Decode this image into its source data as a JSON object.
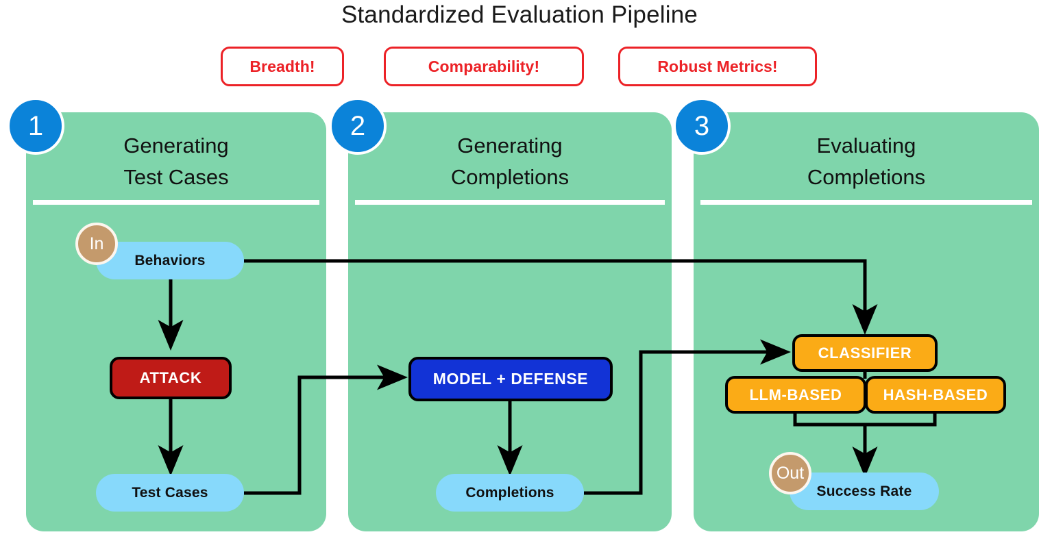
{
  "title": "Standardized Evaluation Pipeline",
  "callouts": [
    {
      "label": "Breadth!"
    },
    {
      "label": "Comparability!"
    },
    {
      "label": "Robust Metrics!"
    }
  ],
  "steps": [
    {
      "number": "1",
      "title_line1": "Generating",
      "title_line2": "Test Cases",
      "nodes": {
        "input_marker": "In",
        "input": "Behaviors",
        "process": "ATTACK",
        "output": "Test Cases"
      }
    },
    {
      "number": "2",
      "title_line1": "Generating",
      "title_line2": "Completions",
      "nodes": {
        "process": "MODEL + DEFENSE",
        "output": "Completions"
      }
    },
    {
      "number": "3",
      "title_line1": "Evaluating",
      "title_line2": "Completions",
      "nodes": {
        "process": "CLASSIFIER",
        "variant_left": "LLM-BASED",
        "variant_right": "HASH-BASED",
        "output_marker": "Out",
        "output": "Success Rate"
      }
    }
  ],
  "colors": {
    "panel_green": "#7fd5ab",
    "pill_blue": "#87d9fb",
    "step_blue": "#0b83d9",
    "callout_red": "#ec2227",
    "attack_red": "#bf1b17",
    "model_blue": "#1233d6",
    "classifier_orange": "#fbab16",
    "io_brown": "#c49a6c",
    "wire_black": "#000000"
  }
}
